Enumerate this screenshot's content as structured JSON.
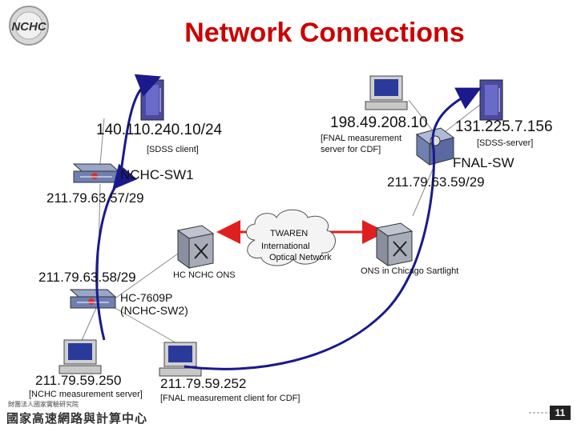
{
  "logo": {
    "text": "NCHC"
  },
  "title": "Network Connections",
  "nodes": {
    "sdss_client_ip": "140.110.240.10/24",
    "sdss_client_label": "[SDSS client]",
    "fnal_server_ip": "198.49.208.10",
    "fnal_server_label_1": "[FNAL measurement",
    "fnal_server_label_2": "server for CDF]",
    "sdss_server_ip": "131.225.7.156",
    "sdss_server_label": "[SDSS-server]",
    "nchc_sw1": "NCHC-SW1",
    "fnal_sw": "FNAL-SW",
    "fnal_sw_ip": "211.79.63.59/29",
    "nchc_sw1_ip": "211.79.63.57/29",
    "twaren_1": "TWAREN",
    "twaren_2": "International",
    "twaren_3": "Optical Network",
    "ons_chicago": "ONS in Chicago Sartlight",
    "hc_ons": "HC NCHC ONS",
    "sw2_ip": "211.79.63.58/29",
    "sw2_1": "HC-7609P",
    "sw2_2": "(NCHC-SW2)",
    "nchc_client_ip": "211.79.59.250",
    "nchc_client_label": "[NCHC measurement server]",
    "fnal_client_ip": "211.79.59.252",
    "fnal_client_label": "[FNAL measurement client for CDF]"
  },
  "footer": {
    "small": "財團法人國家實驗研究院",
    "org": "國家高速網路與計算中心",
    "page": "11"
  },
  "colors": {
    "title": "#cc0000",
    "path": "#1a1a8c",
    "link_red": "#e02020"
  }
}
